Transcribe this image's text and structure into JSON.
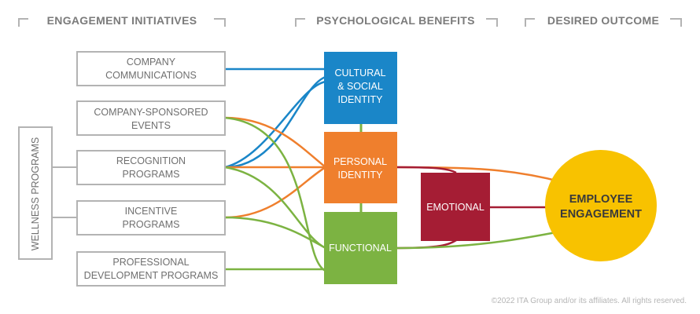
{
  "headers": {
    "initiatives": "ENGAGEMENT INITIATIVES",
    "benefits": "PSYCHOLOGICAL BENEFITS",
    "outcome": "DESIRED OUTCOME"
  },
  "wellness": "WELLNESS PROGRAMS",
  "initiatives": [
    {
      "line1": "COMPANY",
      "line2": "COMMUNICATIONS"
    },
    {
      "line1": "COMPANY-SPONSORED",
      "line2": "EVENTS"
    },
    {
      "line1": "RECOGNITION",
      "line2": "PROGRAMS"
    },
    {
      "line1": "INCENTIVE",
      "line2": "PROGRAMS"
    },
    {
      "line1": "PROFESSIONAL",
      "line2": "DEVELOPMENT PROGRAMS"
    }
  ],
  "benefits": {
    "cultural": {
      "line1": "CULTURAL",
      "line2": "& SOCIAL",
      "line3": "IDENTITY"
    },
    "personal": {
      "line1": "PERSONAL",
      "line2": "IDENTITY"
    },
    "functional": "FUNCTIONAL",
    "emotional": "EMOTIONAL"
  },
  "outcome": {
    "line1": "EMPLOYEE",
    "line2": "ENGAGEMENT"
  },
  "colors": {
    "blue": "#1a86c8",
    "orange": "#ef7f2d",
    "green": "#7cb342",
    "red": "#a51d34",
    "yellow": "#f8c200",
    "gray_border": "#b3b3b3",
    "header_text": "#7b7b7b"
  },
  "copyright": "©2022 ITA Group and/or its affiliates. All rights reserved."
}
